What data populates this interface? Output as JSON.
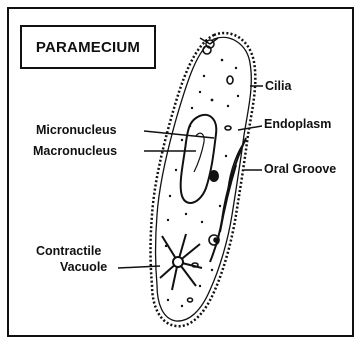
{
  "title": "PARAMECIUM",
  "labels": {
    "cilia": "Cilia",
    "endoplasm": "Endoplasm",
    "micronucleus": "Micronucleus",
    "macronucleus": "Macronucleus",
    "oral_groove": "Oral Groove",
    "contractile_vacuole_line1": "Contractile",
    "contractile_vacuole_line2": "Vacuole"
  },
  "colors": {
    "ink": "#111111",
    "background": "#ffffff"
  }
}
